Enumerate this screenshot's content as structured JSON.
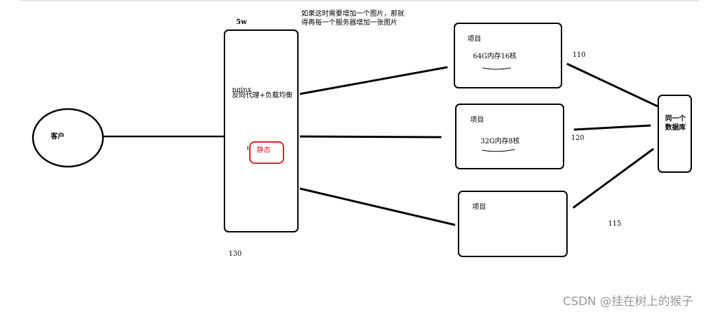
{
  "note": {
    "line1": "如果这时需要增加一个图片，那就",
    "line2": "得再每一个服务器增加一张图片"
  },
  "labels": {
    "client": "客户",
    "nginx_top": "5w",
    "nginx_name": "nginx",
    "nginx_role": "反向代理+负载均衡",
    "static": "静态",
    "nginx_bottom": "130",
    "database_line1": "同一个",
    "database_line2": "数据库"
  },
  "projects": [
    {
      "title": "项目",
      "spec": "64G内存16核",
      "db_link": "110"
    },
    {
      "title": "项目",
      "spec": "32G内存8核",
      "db_link": "120"
    },
    {
      "title": "项目",
      "spec": "",
      "db_link": "115"
    }
  ],
  "watermark": "CSDN @挂在树上的猴子",
  "colors": {
    "stroke": "#000000",
    "highlight": "#e0202a",
    "watermark": "#9a9a9a"
  }
}
